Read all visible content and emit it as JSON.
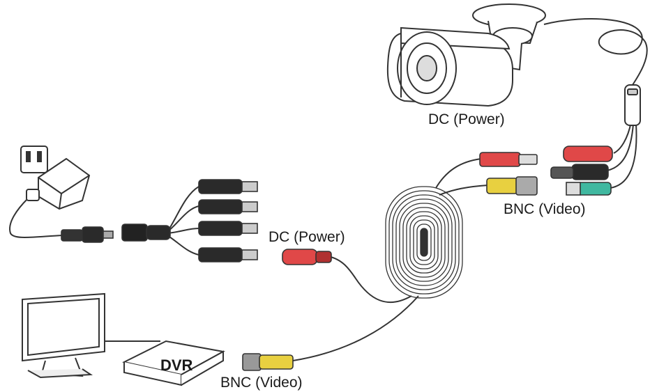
{
  "labels": {
    "camera_power": "DC (Power)",
    "camera_video": "BNC (Video)",
    "splitter_power": "DC (Power)",
    "dvr_video": "BNC (Video)",
    "dvr": "DVR"
  },
  "colors": {
    "red_connector": "#e04848",
    "yellow_connector": "#e8d040",
    "green_connector": "#40b8a0",
    "black_connector": "#2a2a2a",
    "cable": "#333333"
  }
}
